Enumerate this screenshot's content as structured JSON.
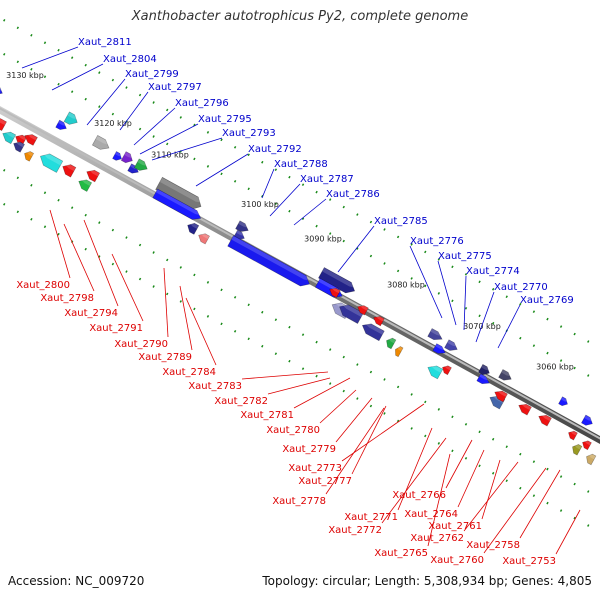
{
  "title": "Xanthobacter autotrophicus Py2, complete genome",
  "footer": {
    "accession": "Accession: NC_009720",
    "info": "Topology: circular; Length: 5,308,934 bp; Genes: 4,805"
  },
  "colors": {
    "forward_label": "#0000cc",
    "reverse_label": "#dd0000",
    "backbone": "#888888",
    "tick": "#1a8a1a"
  },
  "ruler_labels": [
    "3130 kbp",
    "3120 kbp",
    "3110 kbp",
    "3100 kbp",
    "3090 kbp",
    "3080 kbp",
    "3070 kbp",
    "3060 kbp"
  ],
  "forward_genes": [
    "Xaut_2811",
    "Xaut_2804",
    "Xaut_2799",
    "Xaut_2797",
    "Xaut_2796",
    "Xaut_2795",
    "Xaut_2793",
    "Xaut_2792",
    "Xaut_2788",
    "Xaut_2787",
    "Xaut_2786",
    "Xaut_2785",
    "Xaut_2776",
    "Xaut_2775",
    "Xaut_2774",
    "Xaut_2770",
    "Xaut_2769"
  ],
  "reverse_genes": [
    "Xaut_2800",
    "Xaut_2798",
    "Xaut_2794",
    "Xaut_2791",
    "Xaut_2790",
    "Xaut_2789",
    "Xaut_2784",
    "Xaut_2783",
    "Xaut_2782",
    "Xaut_2781",
    "Xaut_2780",
    "Xaut_2779",
    "Xaut_2773",
    "Xaut_2777",
    "Xaut_2778",
    "Xaut_2766",
    "Xaut_2771",
    "Xaut_2764",
    "Xaut_2772",
    "Xaut_2761",
    "Xaut_2762",
    "Xaut_2765",
    "Xaut_2760",
    "Xaut_2758",
    "Xaut_2753"
  ]
}
